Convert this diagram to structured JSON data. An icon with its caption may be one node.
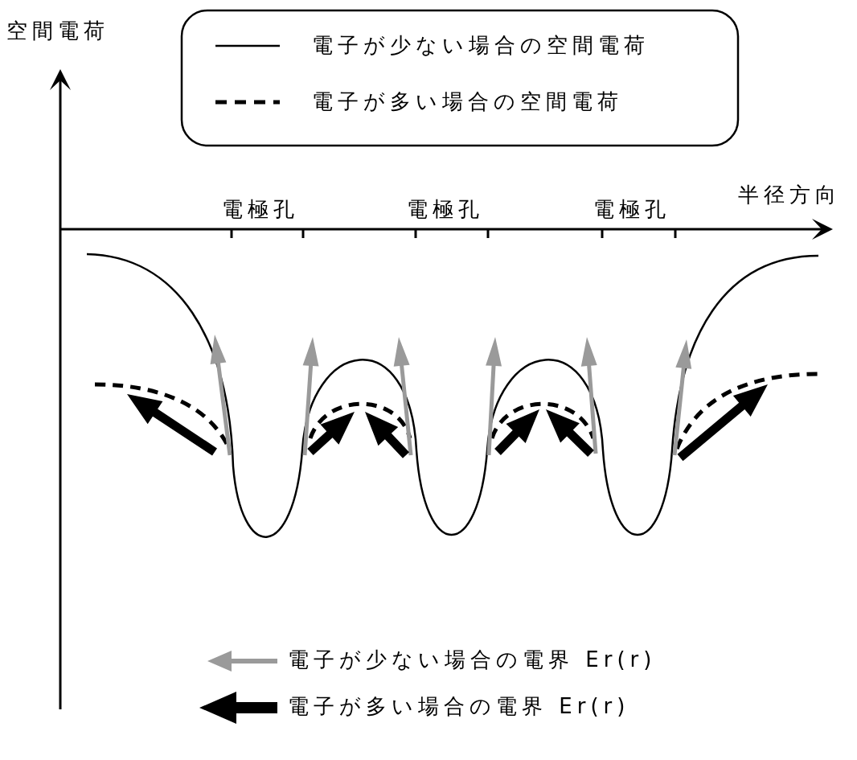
{
  "diagram": {
    "labels": [
      "空間電荷",
      "半径方向",
      "電極孔",
      "電極孔",
      "電極孔"
    ],
    "legend": [
      {
        "text": "電子が少ない場合の空間電荷"
      },
      {
        "text": "電子が多い場合の空間電荷"
      },
      {
        "text": "電子が少ない場合の電界 Er(r)"
      },
      {
        "text": "電子が多い場合の電界 Er(r)"
      }
    ]
  }
}
